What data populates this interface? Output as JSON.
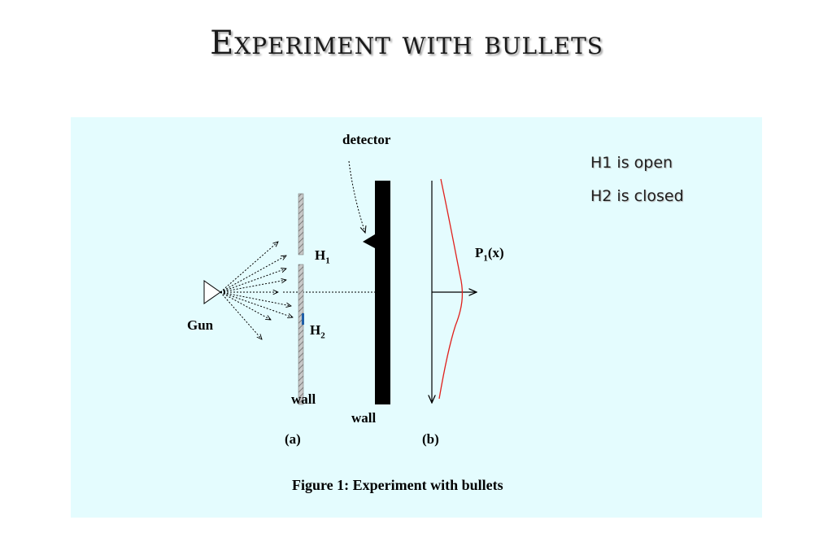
{
  "title": "Experiment with bullets",
  "status": {
    "line1": "H1 is open",
    "line2": "H2 is closed"
  },
  "diagram": {
    "detector": "detector",
    "h1": "H",
    "h1_sub": "1",
    "h2": "H",
    "h2_sub": "2",
    "gun": "Gun",
    "wall_a": "wall",
    "wall_b": "wall",
    "p_label": "P",
    "p_sub": "1",
    "p_arg": "(x)",
    "panel_a": "(a)",
    "panel_b": "(b)",
    "caption": "Figure 1: Experiment with bullets"
  },
  "colors": {
    "panel_bg": "#e4fcfe",
    "curve": "#e0201c",
    "h2_marker": "#1f5fa8"
  }
}
